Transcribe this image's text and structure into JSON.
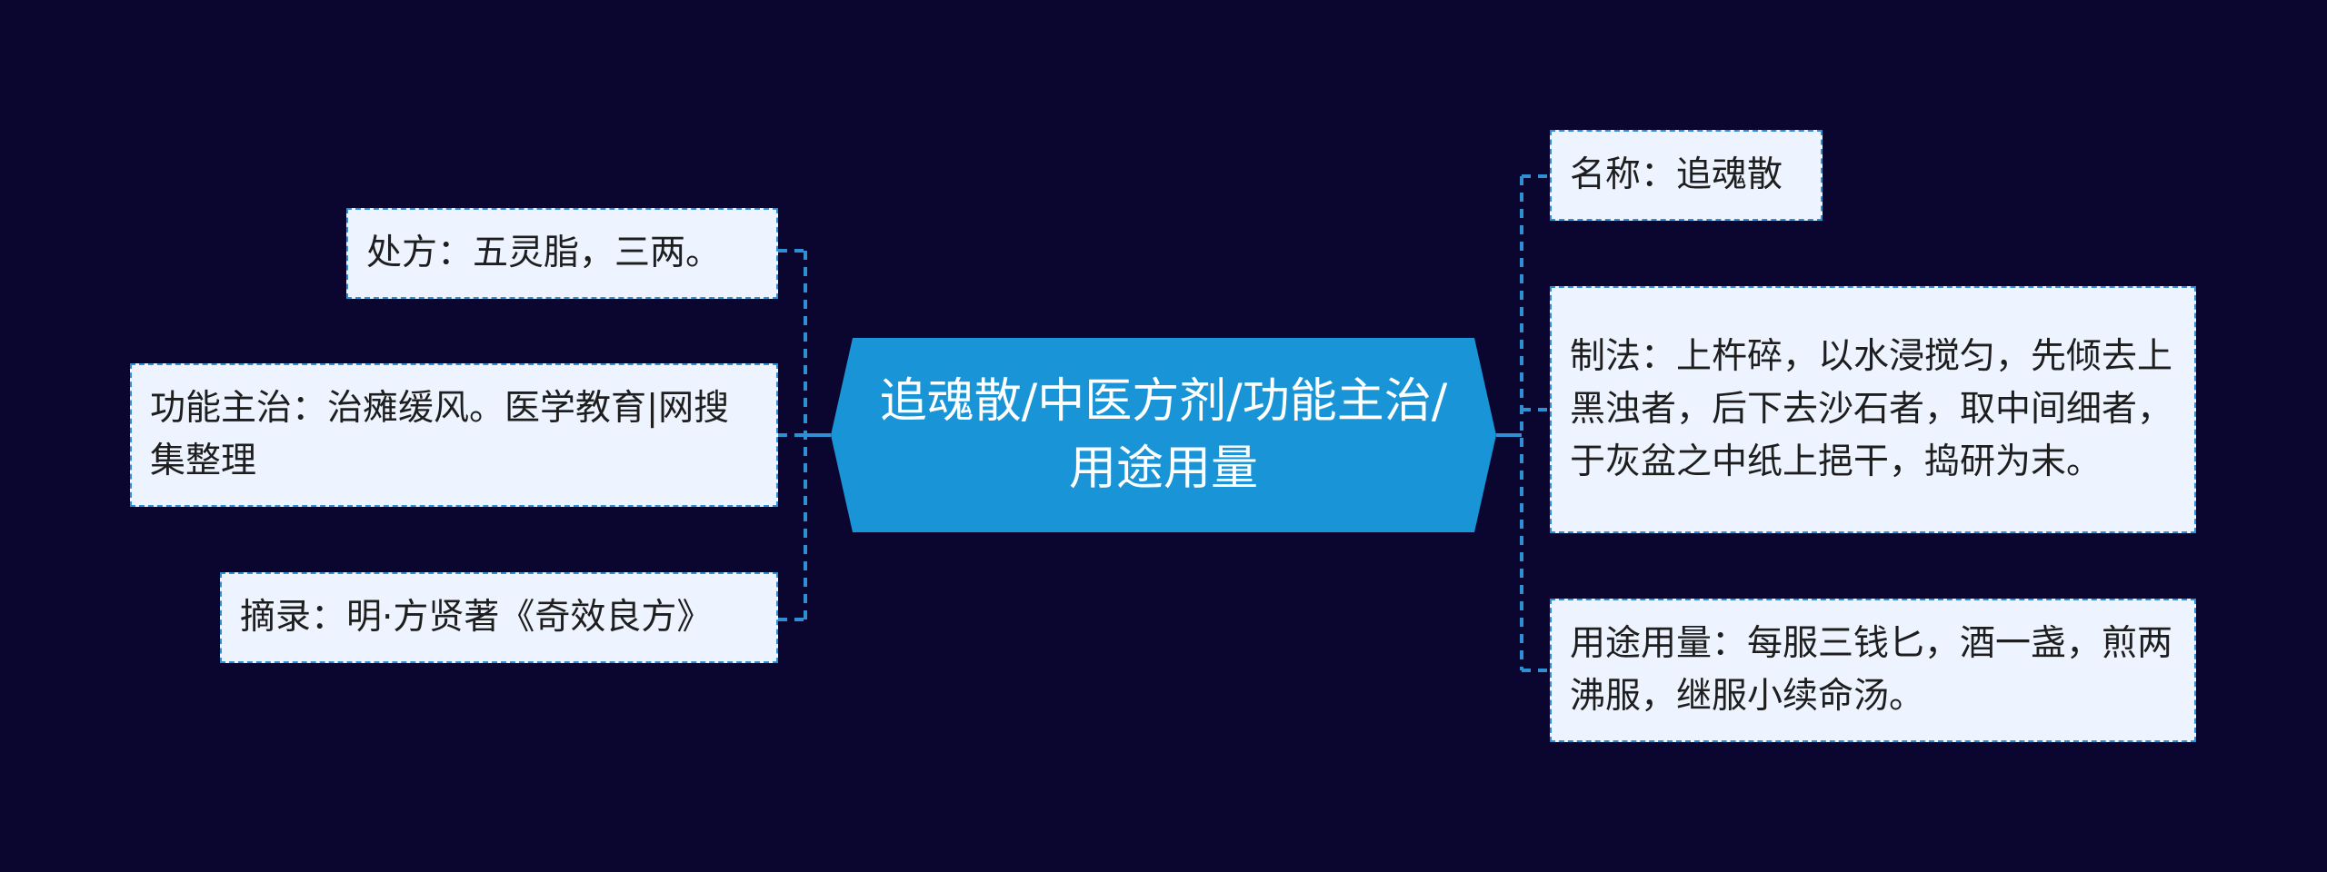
{
  "center": {
    "title": "追魂散/中医方剂/功能主治/用途用量"
  },
  "left_nodes": [
    {
      "text": "处方：五灵脂，三两。"
    },
    {
      "text": "功能主治：治瘫缓风。医学教育|网搜集整理"
    },
    {
      "text": "摘录：明·方贤著《奇效良方》"
    }
  ],
  "right_nodes": [
    {
      "text": "名称：追魂散"
    },
    {
      "text": "制法：上杵碎，以水浸搅匀，先倾去上黑浊者，后下去沙石者，取中间细者，于灰盆之中纸上挹干，捣研为末。"
    },
    {
      "text": "用途用量：每服三钱匕，酒一盏，煎两沸服，继服小续命汤。"
    }
  ],
  "colors": {
    "background": "#0b0630",
    "center_fill": "#1994d6",
    "node_fill": "#eef4ff",
    "connector": "#2f8fd3"
  }
}
